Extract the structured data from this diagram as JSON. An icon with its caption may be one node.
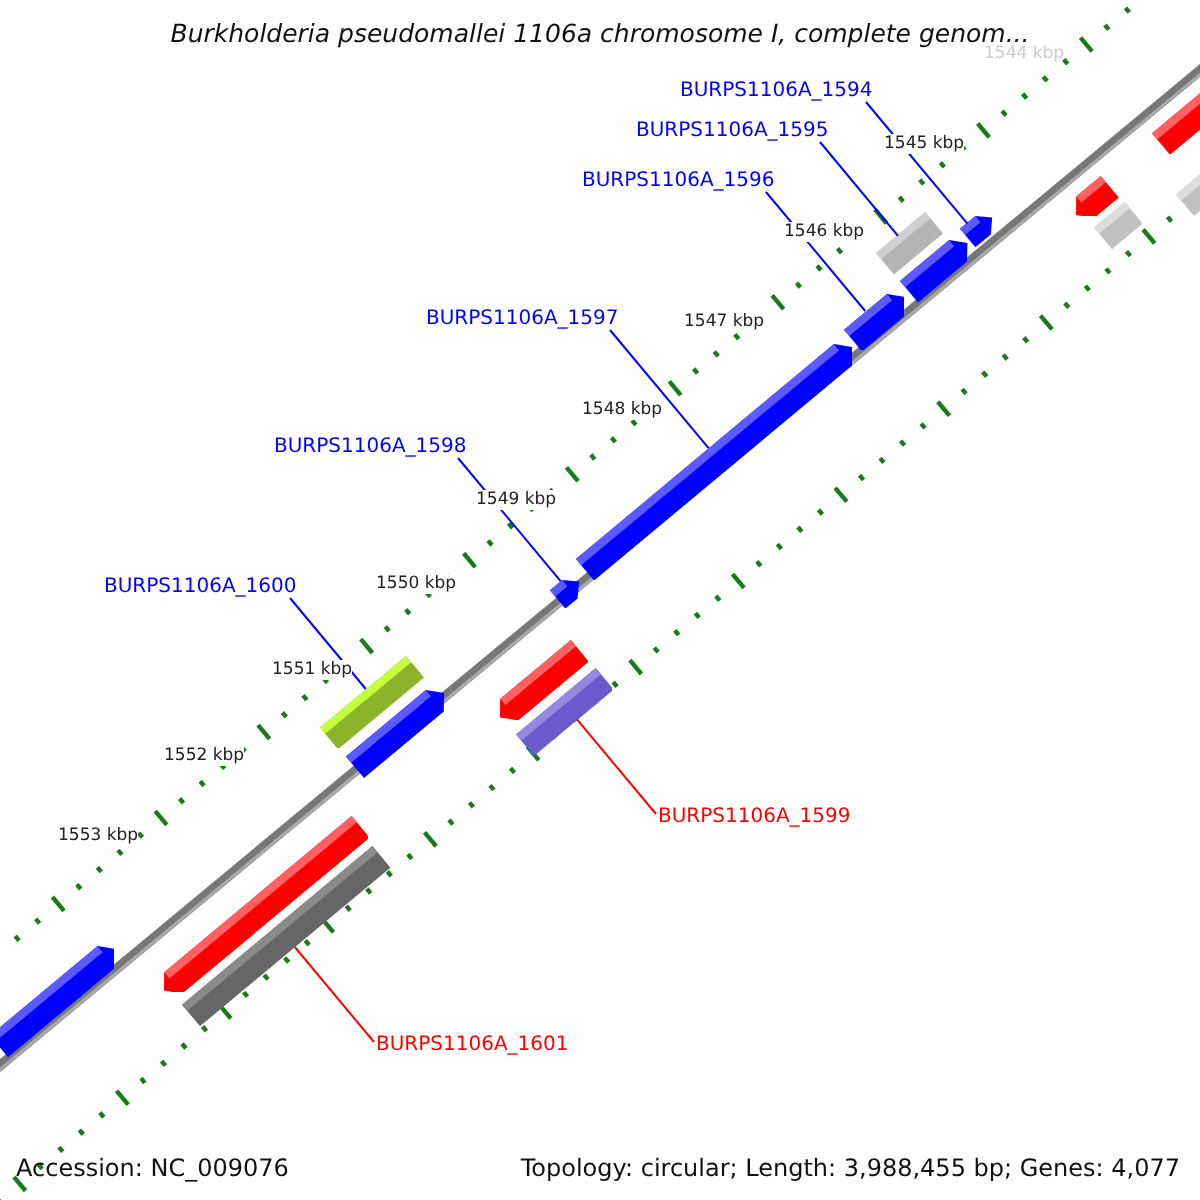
{
  "diagram": {
    "title": "Burkholderia pseudomallei 1106a chromosome I, complete genom...",
    "nodes": [
      {
        "text": [
          "BURPS1106A_1594"
        ]
      },
      {
        "text": [
          "BURPS1106A_1595"
        ]
      },
      {
        "text": [
          "BURPS1106A_1596"
        ]
      },
      {
        "text": [
          "BURPS1106A_1597"
        ]
      },
      {
        "text": [
          "BURPS1106A_1598"
        ]
      },
      {
        "text": [
          "BURPS1106A_1600"
        ]
      },
      {
        "text": [
          "BURPS1106A_1599"
        ]
      },
      {
        "text": [
          "BURPS1106A_1601"
        ]
      },
      {
        "text": [],
        "shape": "bar"
      },
      {
        "text": [],
        "shape": "bar"
      },
      {
        "text": [],
        "shape": "bar"
      },
      {
        "text": [],
        "shape": "bar"
      },
      {
        "text": [],
        "shape": "bar"
      },
      {
        "text": [],
        "shape": "bar"
      },
      {
        "text": [],
        "shape": "bar"
      },
      {
        "text": [],
        "shape": "bar"
      },
      {
        "text": [],
        "shape": "bar"
      },
      {
        "text": [],
        "shape": "bar"
      },
      {
        "text": [],
        "shape": "bar"
      },
      {
        "text": [],
        "shape": "bar"
      },
      {
        "text": [],
        "shape": "bar"
      },
      {
        "text": [],
        "shape": "bar"
      },
      {
        "text": [],
        "shape": "bar"
      },
      {
        "text": [],
        "shape": "bar"
      },
      {
        "text": [],
        "shape": "bar"
      }
    ],
    "edges": [
      {
        "from": 0,
        "to": 20,
        "arrow": "none"
      },
      {
        "from": 1,
        "to": 18,
        "arrow": "none"
      },
      {
        "from": 2,
        "to": 17,
        "arrow": "none"
      },
      {
        "from": 3,
        "to": 16,
        "arrow": "none"
      },
      {
        "from": 4,
        "to": 15,
        "arrow": "none"
      },
      {
        "from": 5,
        "to": 11,
        "arrow": "none"
      },
      {
        "from": 6,
        "to": 14,
        "arrow": "none",
        "color": "#ff0000"
      },
      {
        "from": 7,
        "to": 10,
        "arrow": "none",
        "color": "#ff0000"
      }
    ],
    "labels": [
      "1544 kbp",
      "1545 kbp",
      "1546 kbp",
      "1547 kbp",
      "1548 kbp",
      "1549 kbp",
      "1550 kbp",
      "1551 kbp",
      "1552 kbp",
      "1553 kbp",
      "Accession: NC_009076",
      "Topology: circular; Length: 3,988,455 bp; Genes: 4,077"
    ]
  }
}
